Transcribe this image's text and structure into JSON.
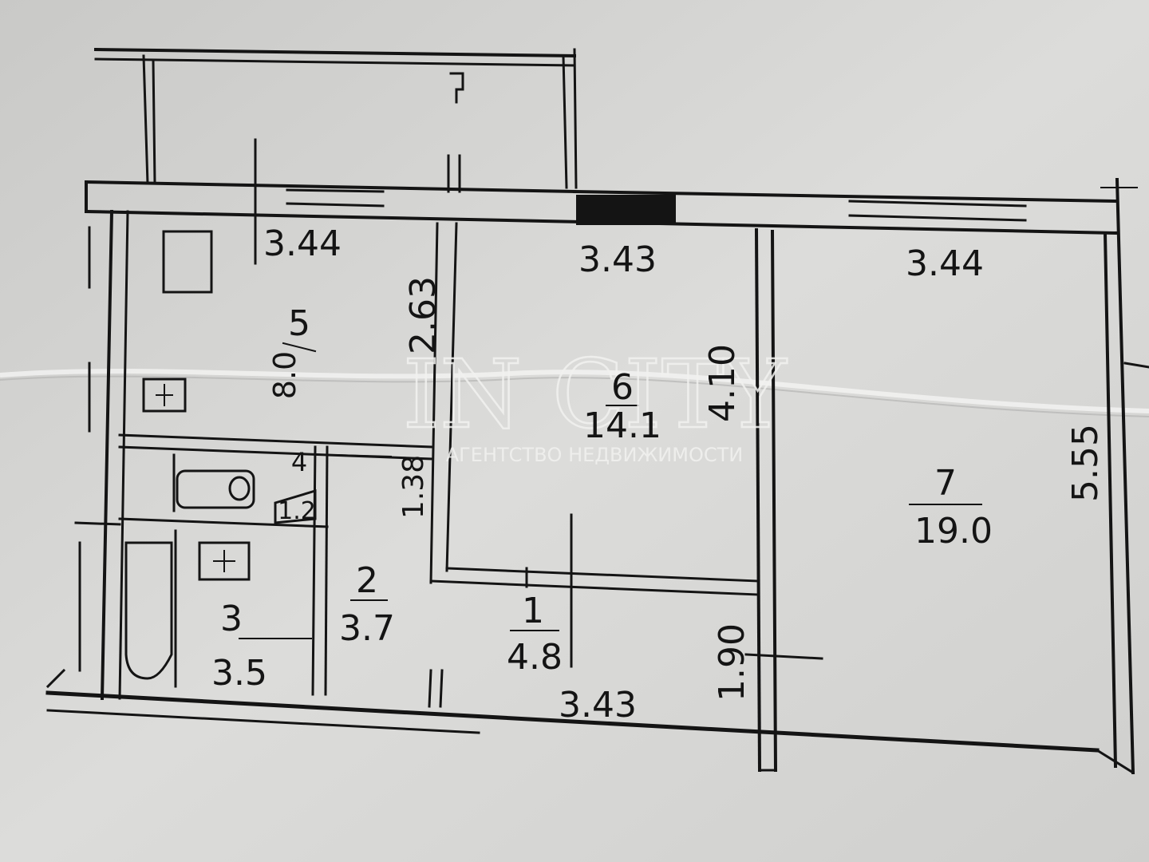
{
  "watermark": {
    "brand": "IN CITY",
    "tagline": "АГЕНТСТВО НЕДВИЖИМОСТИ"
  },
  "dimensions": {
    "top_left": "3.44",
    "top_middle": "3.43",
    "top_right": "3.44",
    "bottom_middle": "3.43",
    "kitchen_depth": "2.63",
    "living_depth": "4.10",
    "right_depth": "5.55",
    "hall_width": "1.90",
    "bath_partition": "1.38"
  },
  "rooms": [
    {
      "number": "5",
      "area": "8.0"
    },
    {
      "number": "6",
      "area": "14.1"
    },
    {
      "number": "7",
      "area": "19.0"
    },
    {
      "number": "1",
      "area": "4.8"
    },
    {
      "number": "2",
      "area": "3.7"
    },
    {
      "number": "3",
      "area": "3.5"
    },
    {
      "number": "4",
      "area": "1.2"
    }
  ],
  "colors": {
    "paper": "#d9d9d7",
    "ink": "#141414"
  }
}
